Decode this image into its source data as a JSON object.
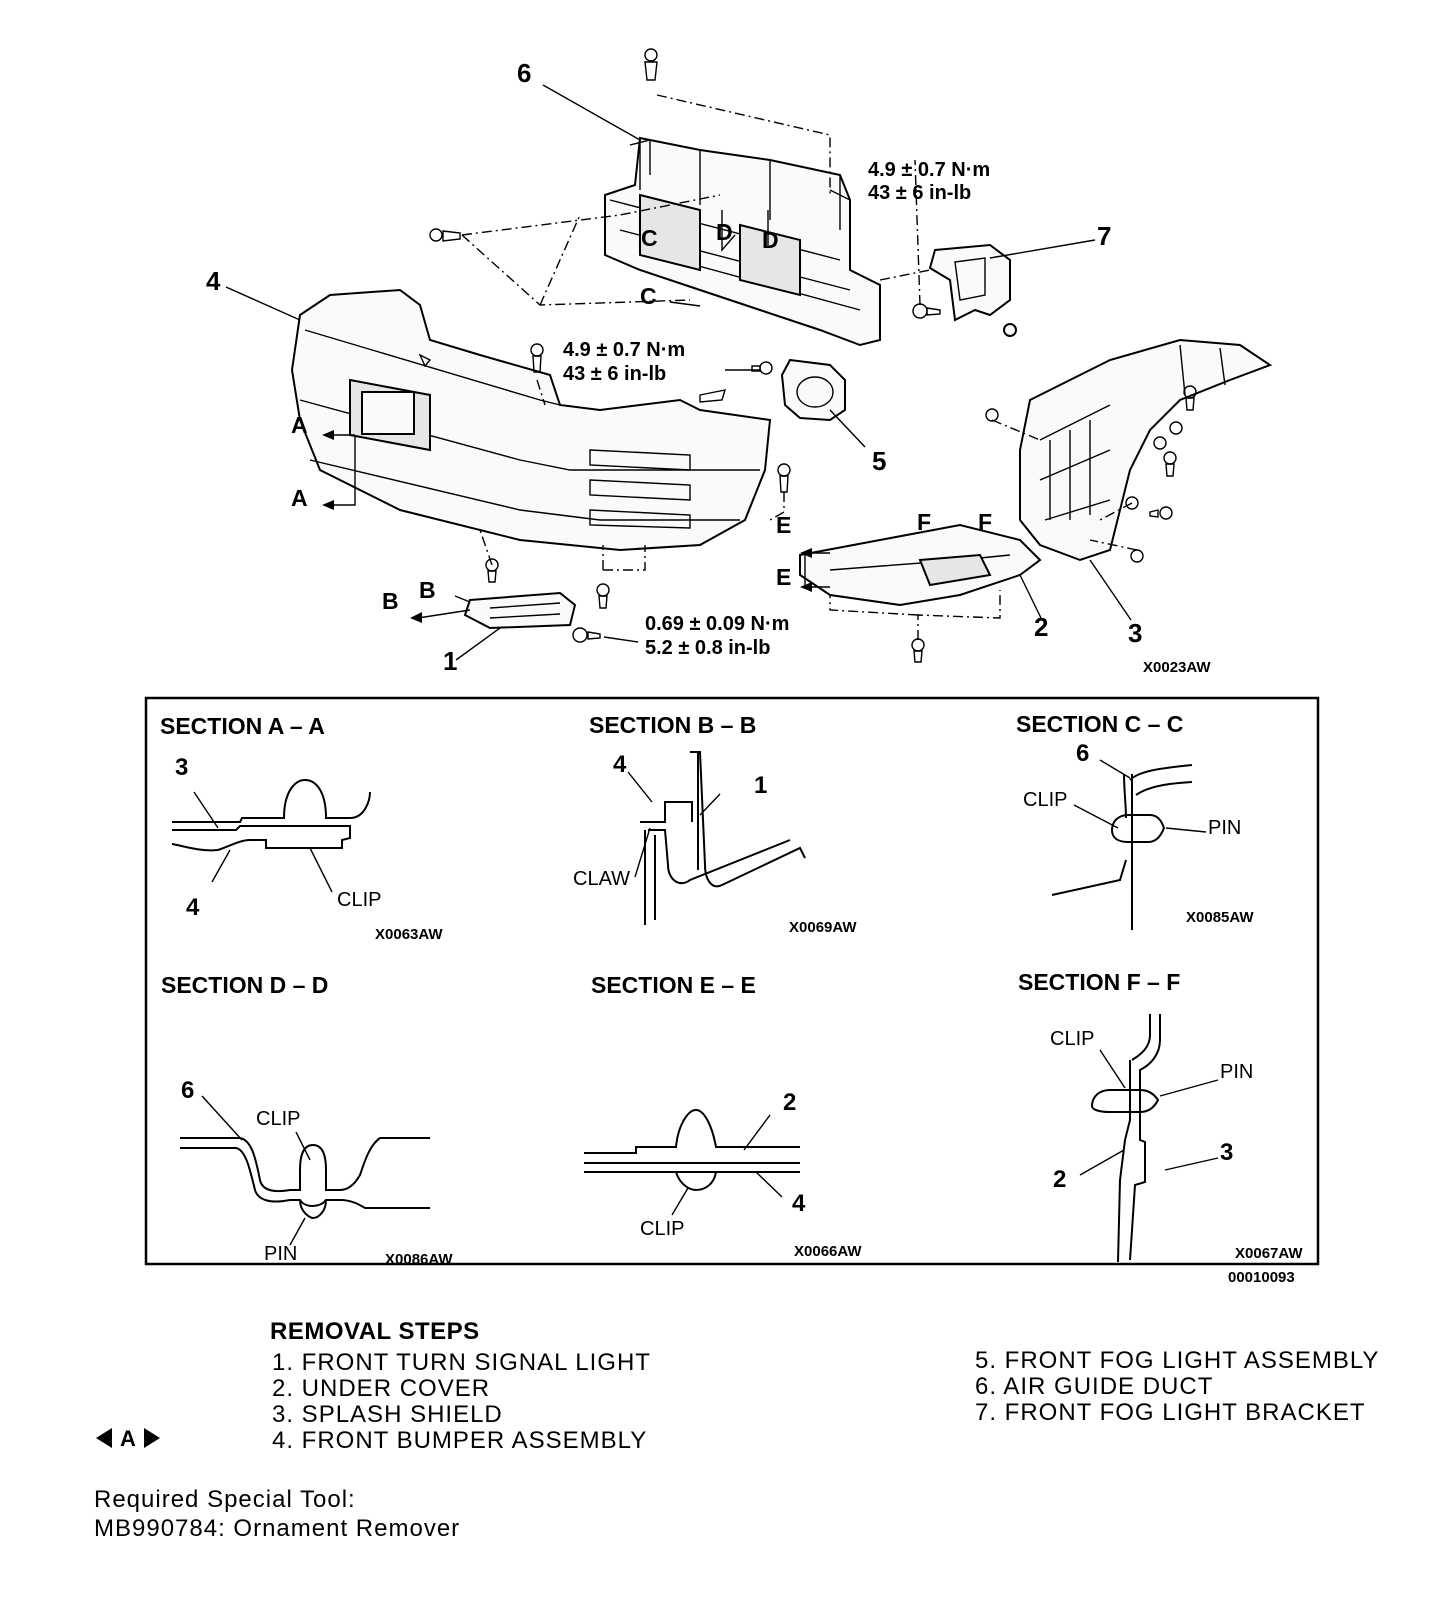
{
  "diagram": {
    "image_code": "X0023AW",
    "callouts": {
      "c1": "1",
      "c2": "2",
      "c3": "3",
      "c4": "4",
      "c5": "5",
      "c6": "6",
      "c7": "7"
    },
    "section_markers": {
      "A": "A",
      "B": "B",
      "C": "C",
      "D": "D",
      "E": "E",
      "F": "F"
    },
    "torques": {
      "top_nm": "4.9 ± 0.7 N·m",
      "top_inlb": "43 ± 6 in-lb",
      "mid_nm": "4.9 ± 0.7 N·m",
      "mid_inlb": "43 ± 6 in-lb",
      "low_nm": "0.69 ± 0.09 N·m",
      "low_inlb": "5.2 ± 0.8 in-lb"
    }
  },
  "sections": {
    "panel_code": "00010093",
    "labels": {
      "clip": "CLIP",
      "pin": "PIN",
      "claw": "CLAW"
    },
    "aa": {
      "title": "SECTION A – A",
      "code": "X0063AW",
      "n_top": "3",
      "n_bottom": "4"
    },
    "bb": {
      "title": "SECTION B – B",
      "code": "X0069AW",
      "n_left": "4",
      "n_right": "1"
    },
    "cc": {
      "title": "SECTION C – C",
      "code": "X0085AW",
      "n_top": "6"
    },
    "dd": {
      "title": "SECTION D – D",
      "code": "X0086AW",
      "n_top": "6"
    },
    "ee": {
      "title": "SECTION E – E",
      "code": "X0066AW",
      "n_top": "2",
      "n_bottom": "4"
    },
    "ff": {
      "title": "SECTION F – F",
      "code": "X0067AW",
      "n_left": "2",
      "n_right": "3"
    }
  },
  "removal": {
    "title": "REMOVAL STEPS",
    "steps_left": [
      "1. FRONT TURN SIGNAL LIGHT",
      "2. UNDER COVER",
      "3. SPLASH SHIELD",
      "4. FRONT BUMPER ASSEMBLY"
    ],
    "steps_right": [
      "5. FRONT FOG LIGHT ASSEMBLY",
      "6. AIR GUIDE DUCT",
      "7. FRONT FOG LIGHT BRACKET"
    ],
    "nav_marker": "A"
  },
  "special_tool": {
    "label": "Required Special Tool:",
    "tool": "MB990784: Ornament Remover"
  }
}
